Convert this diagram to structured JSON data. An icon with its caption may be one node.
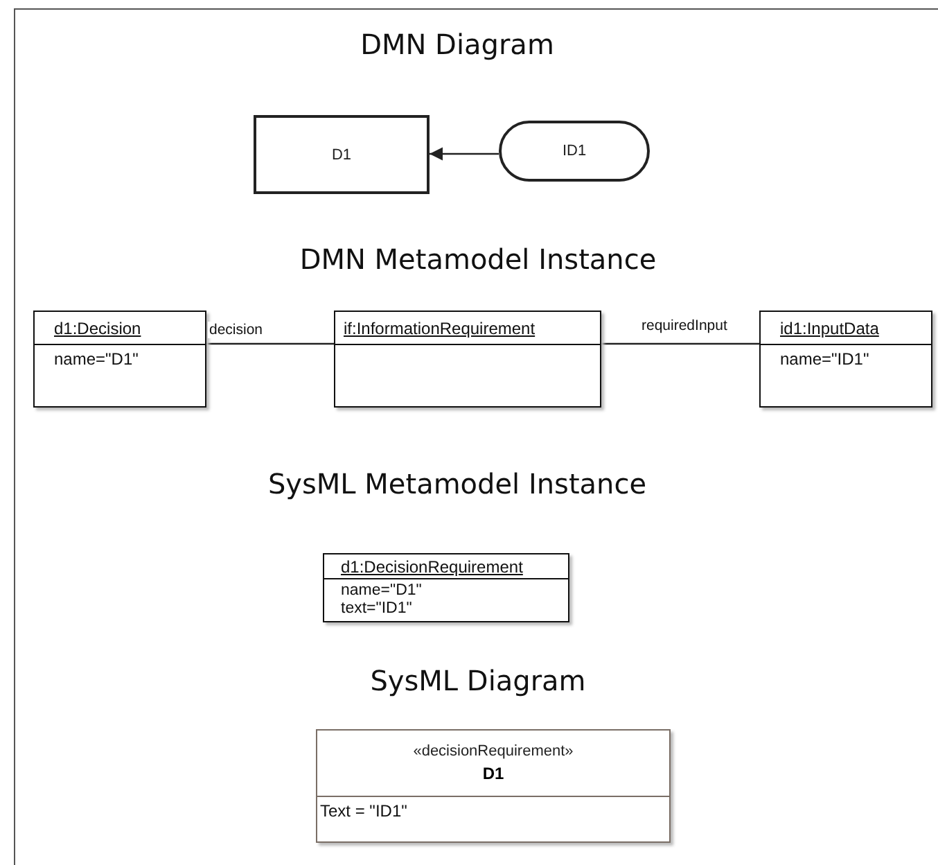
{
  "diagram": {
    "nodes": [
      {
        "text": [
          "D1"
        ]
      },
      {
        "text": [
          "ID1"
        ]
      },
      {
        "text": [
          "d1:Decision",
          "name=\"D1\""
        ]
      },
      {
        "text": [
          "if:InformationRequirement"
        ]
      },
      {
        "text": [
          "id1:InputData",
          "name=\"ID1\""
        ]
      },
      {
        "text": [
          "d1:DecisionRequirement",
          "name=\"D1\"",
          "text=\"ID1\""
        ]
      },
      {
        "text": [
          "«decisionRequirement»",
          "D1",
          "Text = \"ID1\""
        ]
      }
    ],
    "edges": [
      {
        "from": 1,
        "to": 0,
        "arrow": "to"
      },
      {
        "from": 2,
        "to": 3,
        "arrow": "none",
        "label": "decision"
      },
      {
        "from": 3,
        "to": 4,
        "arrow": "none",
        "label": "requiredInput"
      }
    ],
    "labels": [
      "DMN Diagram",
      "DMN Metamodel Instance",
      "SysML Metamodel Instance",
      "SysML Diagram"
    ]
  }
}
